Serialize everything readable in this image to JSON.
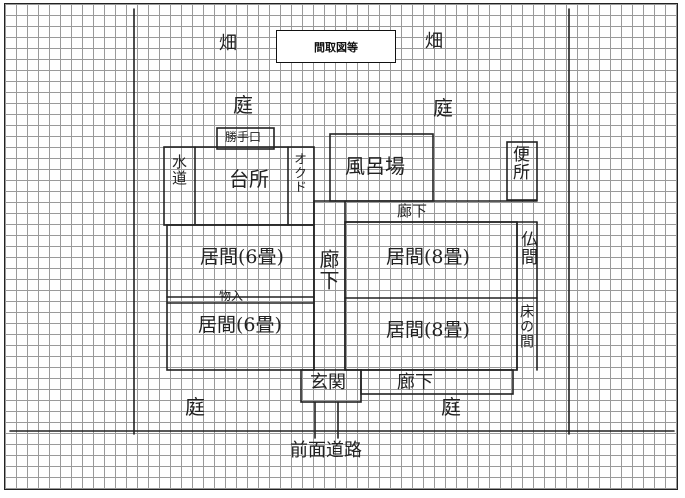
{
  "title": "間取図等",
  "labels": {
    "field_left": "畑",
    "field_right": "畑",
    "garden_top_left": "庭",
    "garden_top_right": "庭",
    "garden_bottom_left": "庭",
    "garden_bottom_right": "庭",
    "kitchen_door": "勝手口",
    "kitchen": "台所",
    "water": "水道",
    "oven": "オクド",
    "bath": "風呂場",
    "toilet": "便所",
    "corridor_top": "廊下",
    "corridor_middle": "廊下",
    "corridor_bottom": "廊下",
    "room_left_top": "居間(6畳)",
    "room_left_bottom": "居間(6畳)",
    "storage": "物入",
    "room_right_top": "居間(8畳)",
    "room_right_bottom": "居間(8畳)",
    "butsuma": "仏間",
    "tokonoma": "床の間",
    "entrance": "玄関",
    "front_road": "前面道路"
  },
  "colors": {
    "ink": "#222222",
    "grid": "#9a9a9a"
  }
}
